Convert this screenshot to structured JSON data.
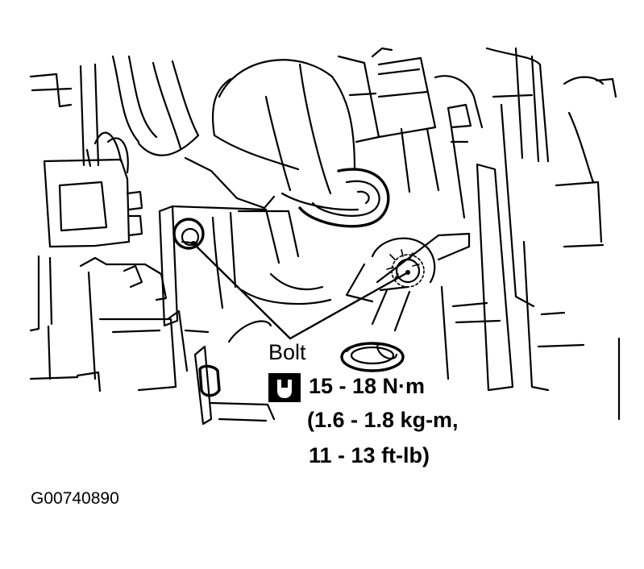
{
  "diagram": {
    "callout_label": "Bolt",
    "torque": {
      "icon": "torque-wrench-icon",
      "line1": "15 - 18 N·m",
      "line2": "(1.6 - 1.8 kg-m,",
      "line3": "11 - 13 ft-lb)"
    },
    "figure_id": "G00740890"
  }
}
